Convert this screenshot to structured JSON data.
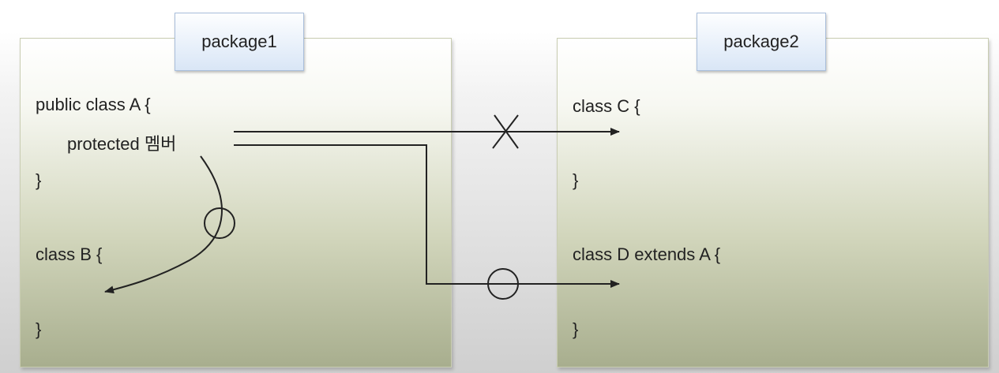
{
  "package1": {
    "label": "package1",
    "class_a_open": "public class A {",
    "member": "protected  멤버",
    "class_a_close": "}",
    "class_b_open": "class B {",
    "class_b_close": "}"
  },
  "package2": {
    "label": "package2",
    "class_c_open": "class C {",
    "class_c_close": "}",
    "class_d_open": "class D extends A {",
    "class_d_close": "}"
  },
  "access": {
    "to_class_b": "allowed",
    "to_class_c": "denied",
    "to_class_d": "allowed"
  }
}
